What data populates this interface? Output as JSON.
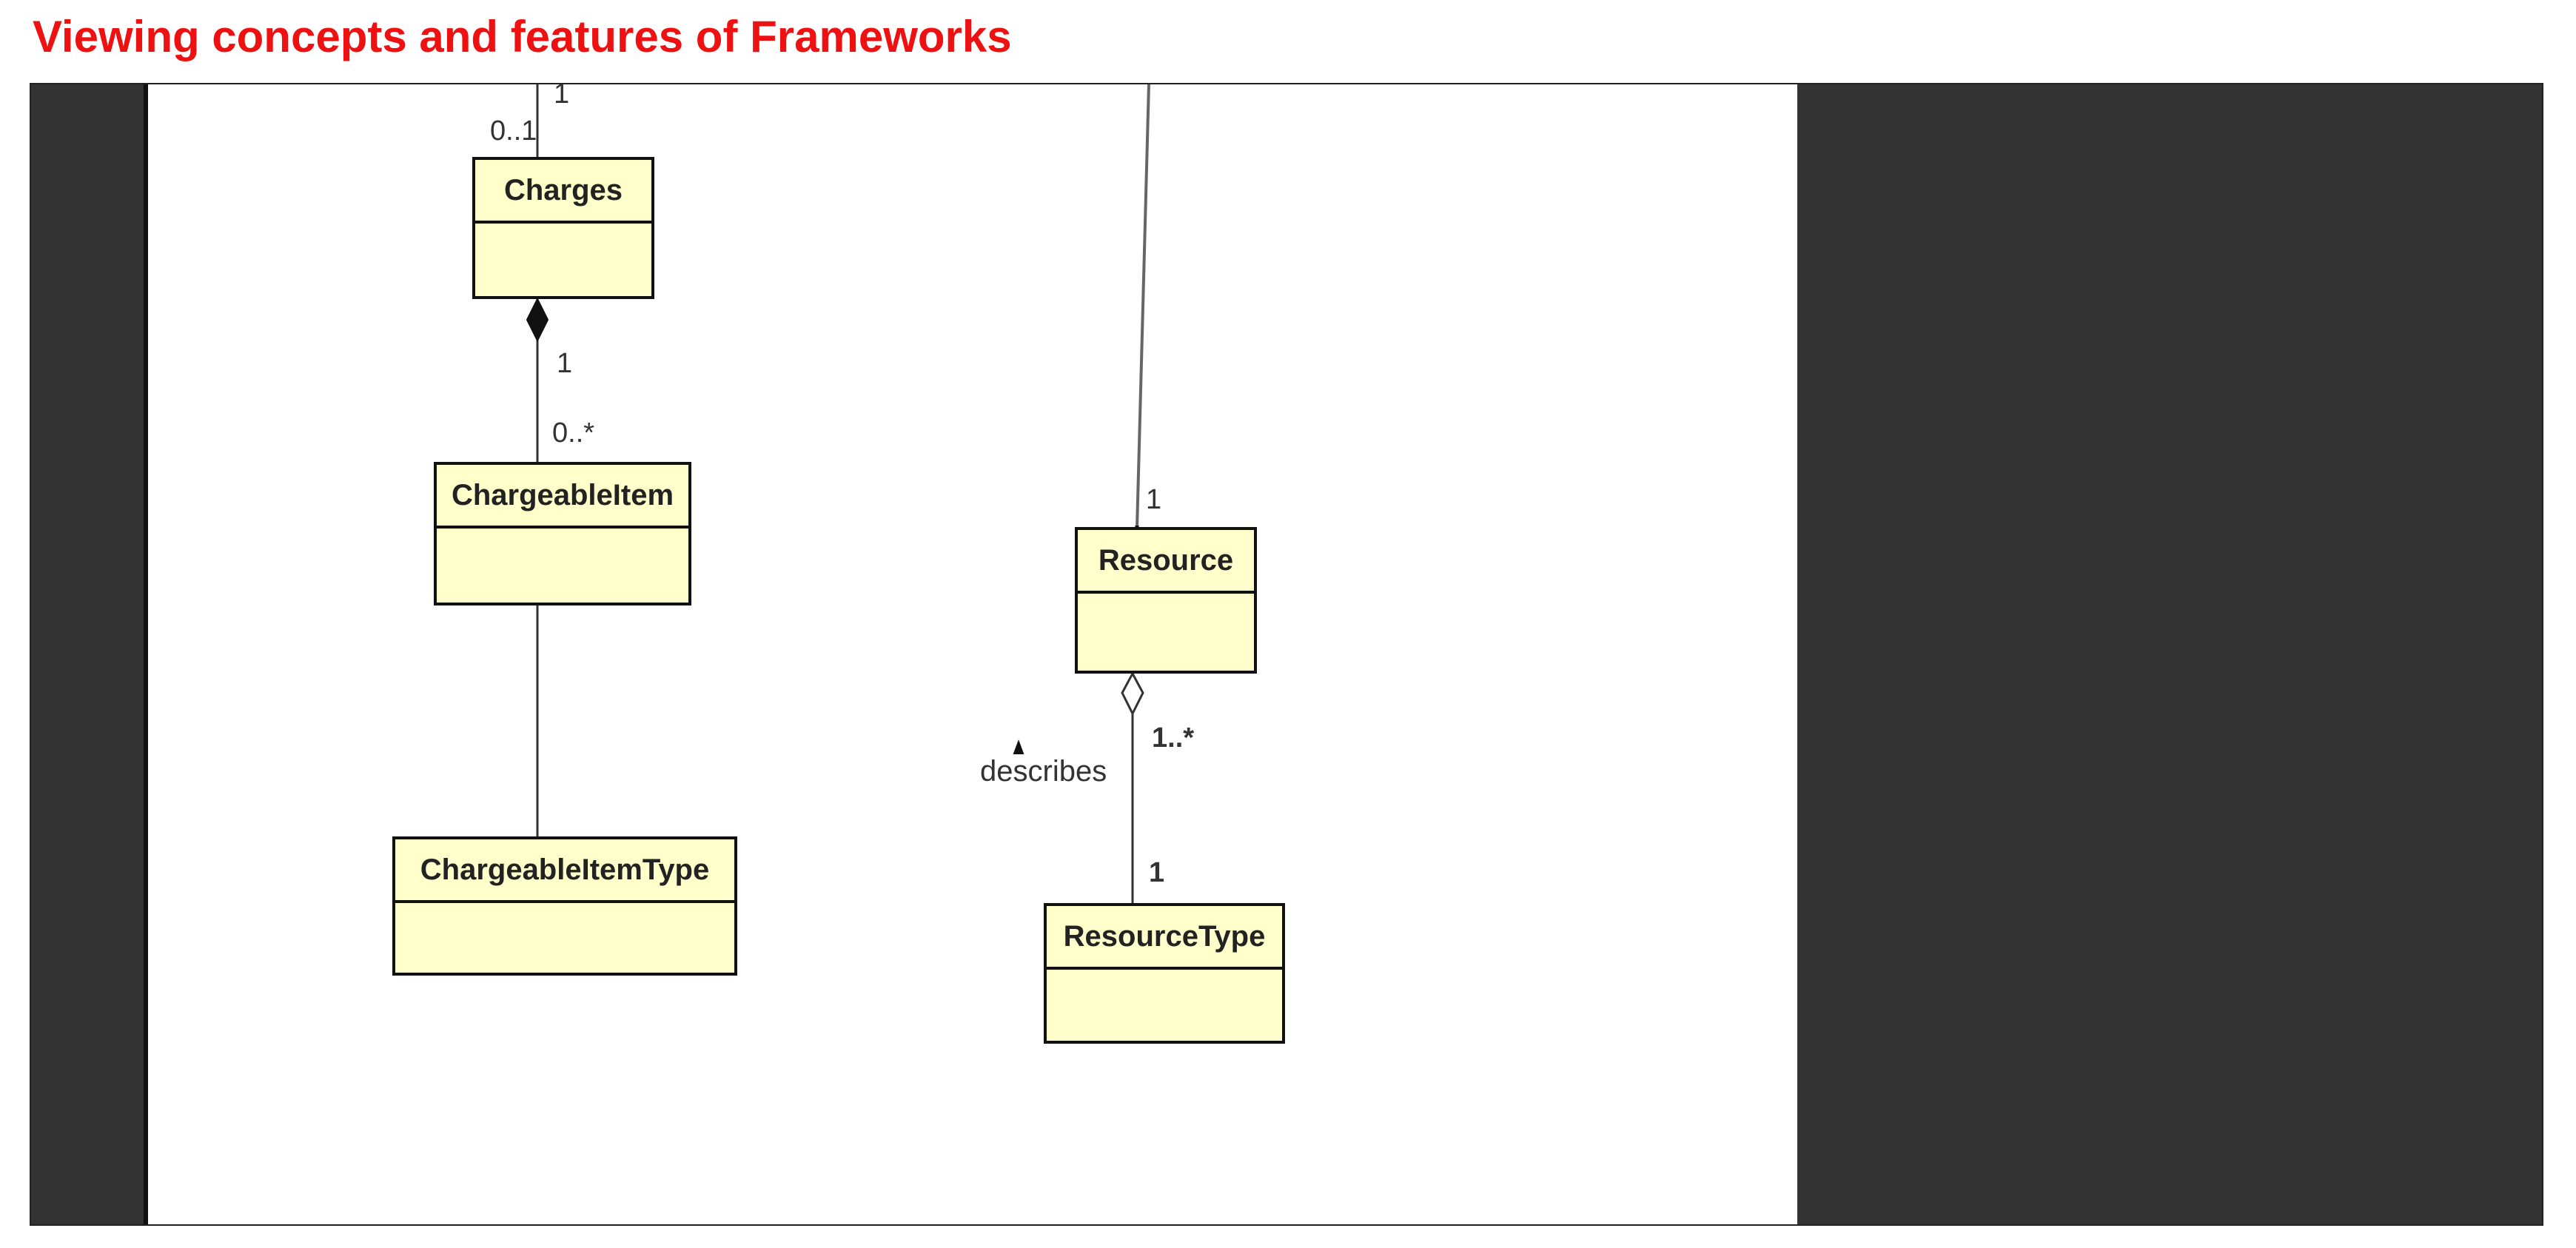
{
  "page": {
    "title": "Viewing concepts and features of Frameworks"
  },
  "diagram": {
    "classes": {
      "charges": "Charges",
      "chargeable_item": "ChargeableItem",
      "chargeable_item_type": "ChargeableItemType",
      "resource": "Resource",
      "resource_type": "ResourceType"
    },
    "multiplicities": {
      "top_one": "1",
      "charges_top": "0..1",
      "charges_bottom": "1",
      "chargeable_item_top": "0..*",
      "resource_top": "1",
      "resource_bottom": "1..*",
      "resource_type_top": "1"
    },
    "association_label": "describes"
  },
  "colors": {
    "title": "#ee1111",
    "class_fill": "#ffffcc",
    "viewer_background": "#333333"
  }
}
